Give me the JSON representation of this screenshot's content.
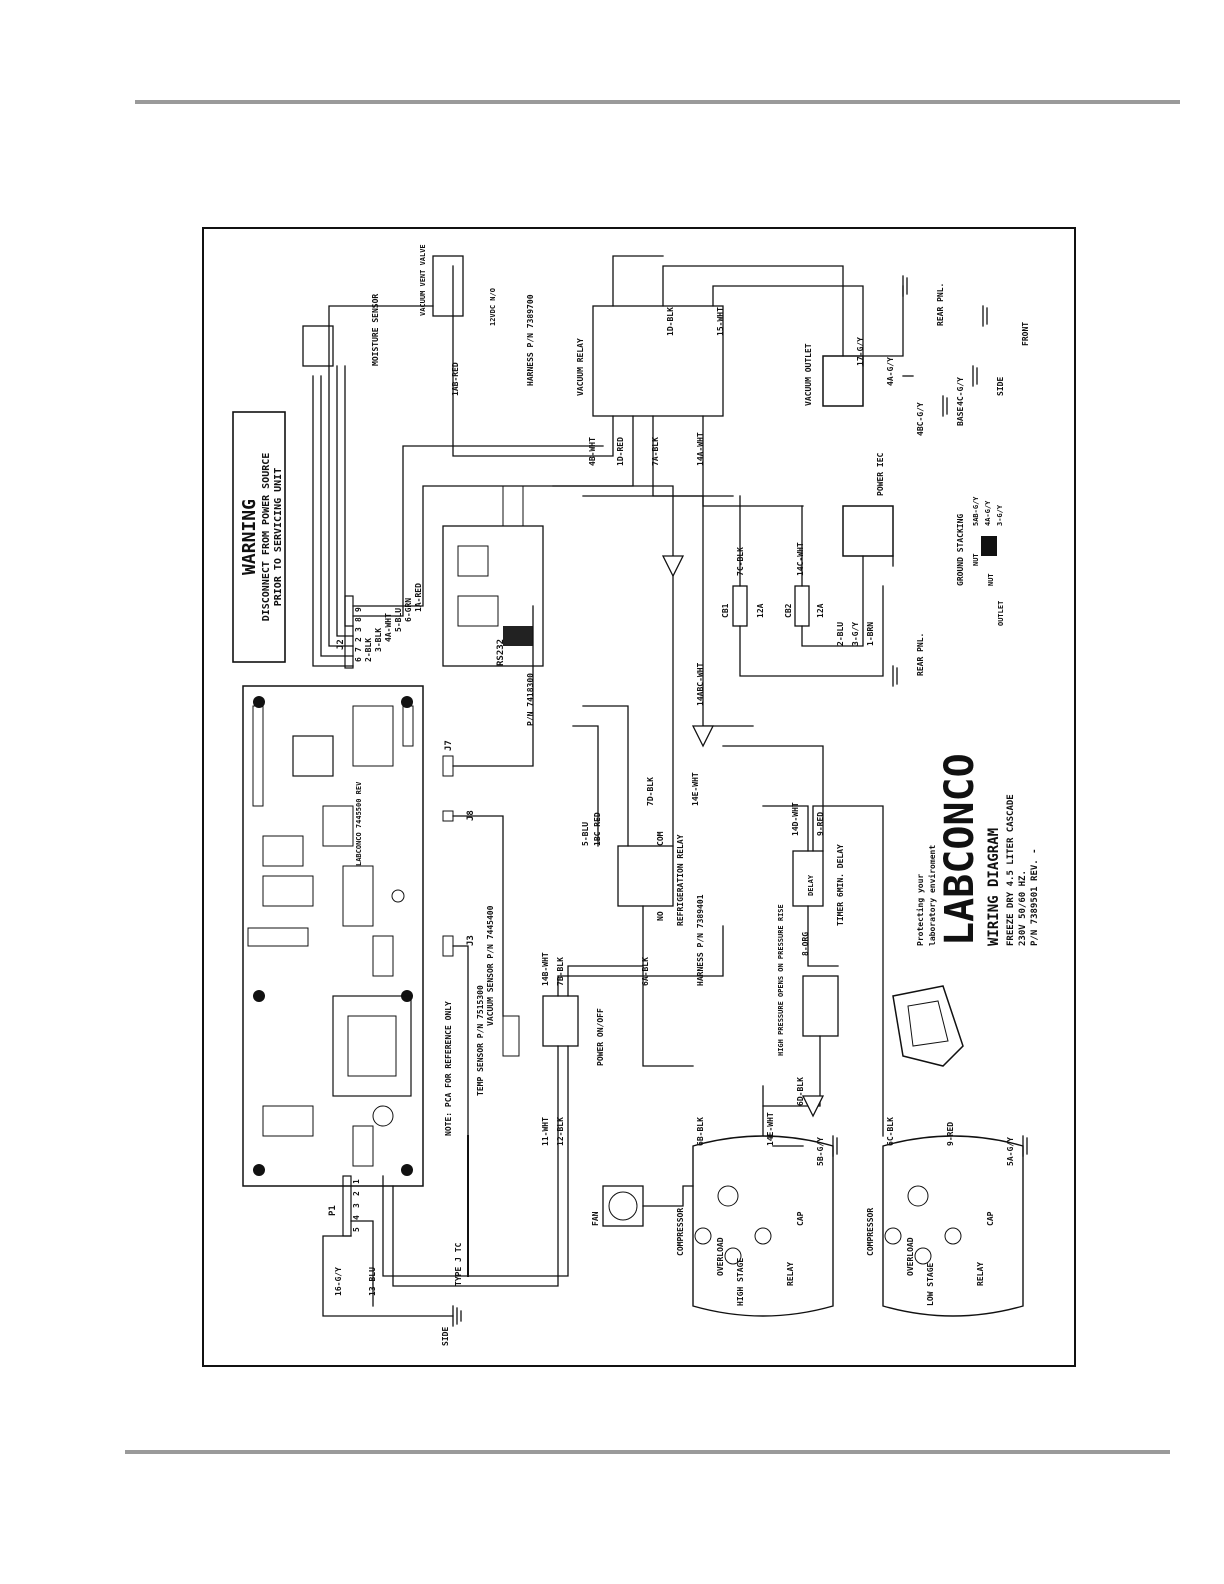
{
  "warning": {
    "title": "WARNING",
    "line1": "DISCONNECT FROM POWER SOURCE",
    "line2": "PRIOR TO SERVICING UNIT"
  },
  "components": {
    "moisture_sensor": "MOISTURE SENSOR",
    "vacuum_vent_valve": "VACUUM VENT VALVE",
    "vent_valve_spec": "12VDC N/O",
    "harness_1": "HARNESS P/N 7389700",
    "vacuum_relay": "VACUUM RELAY",
    "vacuum_outlet": "VACUUM OUTLET",
    "rear_pnl": "REAR PNL.",
    "front": "FRONT",
    "side": "SIDE",
    "base": "BASE",
    "power_iec": "POWER IEC",
    "ground_stacking": "GROUND STACKING",
    "nut": "NUT",
    "outlet": "OUTLET",
    "rs232": "RS232",
    "rs232_pn": "P/N 7418300",
    "refrigeration_relay": "REFRIGERATION RELAY",
    "com": "COM",
    "no": "NO",
    "harness_2": "HARNESS P/N 7389401",
    "timer": "TIMER 6MIN. DELAY",
    "delay": "DELAY",
    "high_pressure": "HIGH PRESSURE OPENS ON PRESSURE RISE",
    "power_onoff": "POWER ON/OFF",
    "vacuum_sensor": "VACUUM SENSOR P/N 7445400",
    "temp_sensor": "TEMP SENSOR P/N 7515300",
    "pca_note": "NOTE: PCA FOR REFERENCE ONLY",
    "type_j": "TYPE J TC",
    "pcb_brand": "LABCONCO 7445500 REV",
    "fan": "FAN",
    "compressor": "COMPRESSOR",
    "overload": "OVERLOAD",
    "relay": "RELAY",
    "cap": "CAP",
    "high_stage": "HIGH STAGE",
    "low_stage": "LOW STAGE",
    "cb1": "CB1",
    "cb2": "CB2",
    "amps": "12A",
    "j2": "J2",
    "j3": "J3",
    "j7": "J7",
    "j8": "J8",
    "p1": "P1"
  },
  "wires": {
    "j2": [
      "2-BLK",
      "3-BLK",
      "4A-WHT",
      "5-BLU",
      "6-GRN",
      "1A-RED"
    ],
    "j2_pins": [
      "6",
      "7",
      "2",
      "3",
      "8",
      "9"
    ],
    "p1": [
      "16-G/Y",
      "13-BLU"
    ],
    "p1_pins": [
      "5",
      "4",
      "3",
      "2",
      "1"
    ],
    "w_1ab_red": "1AB-RED",
    "w_4b_wht": "4B-WHT",
    "w_1d_red": "1D-RED",
    "w_7a_blk": "7A-BLK",
    "w_14a_wht": "14A-WHT",
    "w_1d_blk": "1D-BLK",
    "w_15_wht": "15-WHT",
    "w_17_gy": "17-G/Y",
    "w_4a_gy": "4A-G/Y",
    "w_4c_gy": "4C-G/Y",
    "w_4bc_gy": "4BC-G/Y",
    "w_7c_blk": "7C-BLK",
    "w_14c_wht": "14C-WHT",
    "w_2_blu": "2-BLU",
    "w_3_gy": "3-G/Y",
    "w_1_brn": "1-BRN",
    "w_14abc_wht": "14ABC-WHT",
    "w_14e_wht": "14E-WHT",
    "w_14d_wht": "14D-WHT",
    "w_9_red": "9-RED",
    "w_8_org": "8-ORG",
    "w_5_blu": "5-BLU",
    "w_1bc_red": "1BC-RED",
    "w_7d_blk": "7D-BLK",
    "w_6a_blk": "6A-BLK",
    "w_14b_wht": "14B-WHT",
    "w_7b_blk": "7B-BLK",
    "w_11_wht": "11-WHT",
    "w_12_blk": "12-BLK",
    "w_6d_blk": "6D-BLK",
    "w_6b_blk": "6B-BLK",
    "w_5b_gy": "5B-G/Y",
    "w_6c_blk": "6C-BLK",
    "w_5a_gy": "5A-G/Y",
    "ground_stack_wires": [
      "5AB-G/Y",
      "4A-G/Y",
      "3-G/Y"
    ]
  },
  "title_block": {
    "tagline1": "Protecting your",
    "tagline2": "laboratory enviroment",
    "brand": "LABCONCO",
    "title": "WIRING DIAGRAM",
    "line1": "FREEZE DRY 4.5 LITER CASCADE",
    "line2": "230V 50/60 HZ.",
    "line3": "P/N 7389501 REV. -"
  }
}
